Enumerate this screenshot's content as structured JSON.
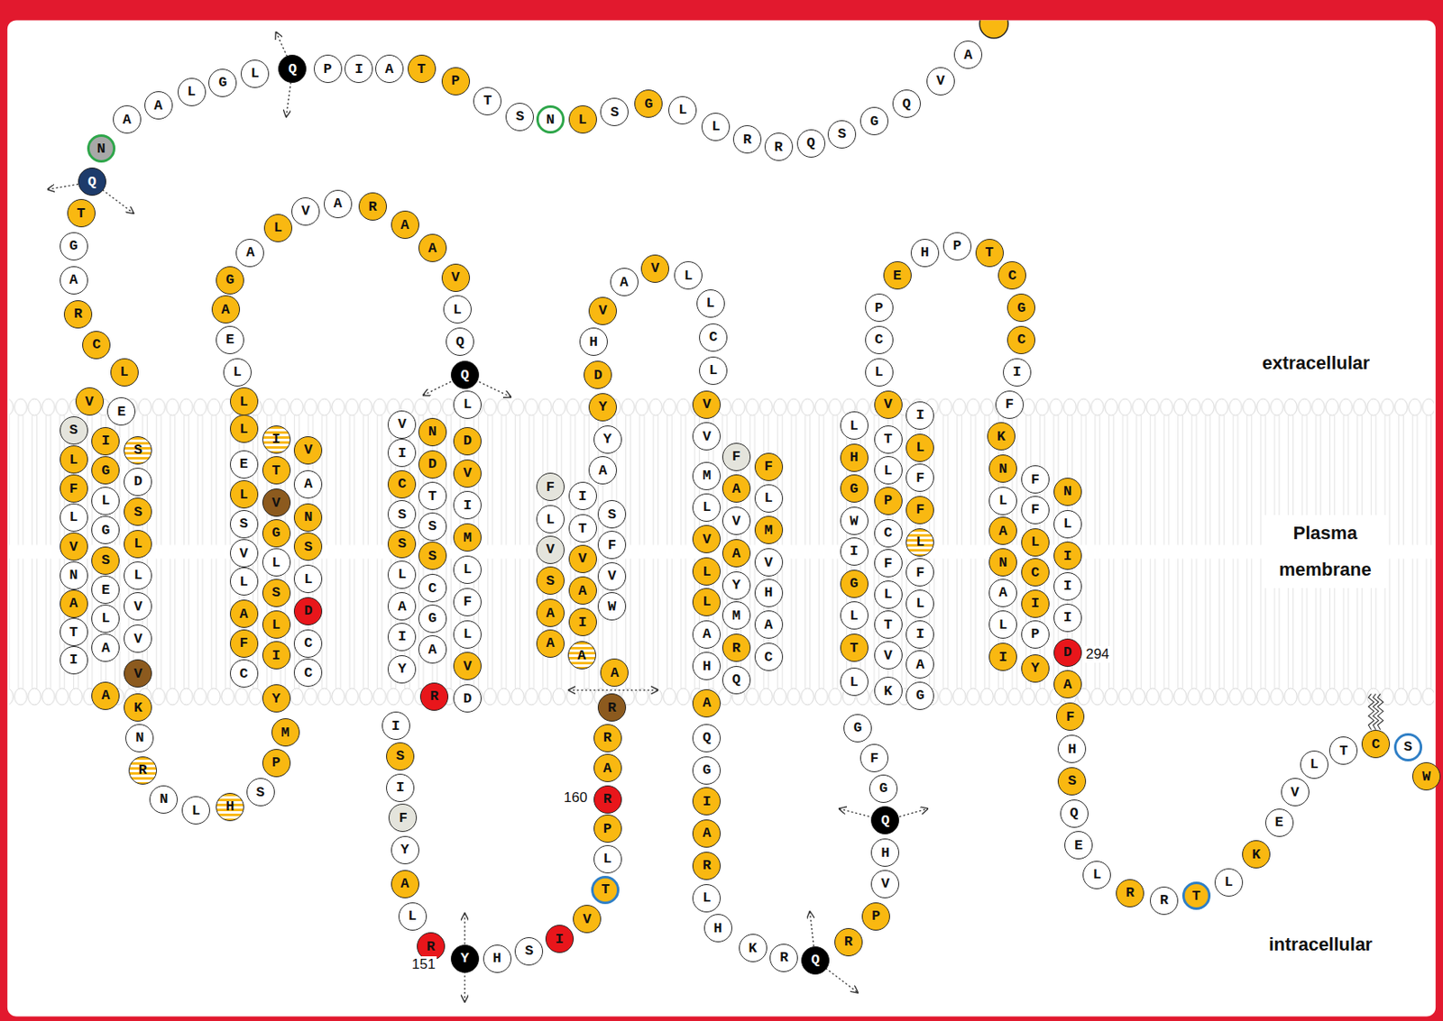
{
  "diagram": {
    "nodes": [
      {
        "text": [
          "A"
        ]
      },
      {
        "text": [
          "V"
        ]
      },
      {
        "text": [
          "Q"
        ]
      },
      {
        "text": [
          "G"
        ]
      },
      {
        "text": [
          "S"
        ]
      },
      {
        "text": [
          "Q"
        ]
      },
      {
        "text": [
          "R"
        ]
      },
      {
        "text": [
          "R"
        ]
      },
      {
        "text": [
          "L"
        ]
      },
      {
        "text": [
          "L"
        ]
      },
      {
        "text": [
          "G"
        ]
      },
      {
        "text": [
          "S"
        ]
      },
      {
        "text": [
          "L"
        ]
      },
      {
        "text": [
          "N"
        ]
      },
      {
        "text": [
          "S"
        ]
      },
      {
        "text": [
          "T"
        ]
      },
      {
        "text": [
          "P"
        ]
      },
      {
        "text": [
          "T"
        ]
      },
      {
        "text": [
          "A"
        ]
      },
      {
        "text": [
          "I"
        ]
      },
      {
        "text": [
          "P"
        ]
      },
      {
        "text": [
          "Q"
        ]
      },
      {
        "text": [
          "L"
        ]
      },
      {
        "text": [
          "G"
        ]
      },
      {
        "text": [
          "L"
        ]
      },
      {
        "text": [
          "A"
        ]
      },
      {
        "text": [
          "A"
        ]
      },
      {
        "text": [
          "N"
        ]
      },
      {
        "text": [
          "Q"
        ]
      },
      {
        "text": [
          "T"
        ]
      },
      {
        "text": [
          "G"
        ]
      },
      {
        "text": [
          "A"
        ]
      },
      {
        "text": [
          "R"
        ]
      },
      {
        "text": [
          "C"
        ]
      },
      {
        "text": [
          "L"
        ]
      },
      {
        "text": [
          "V"
        ]
      },
      {
        "text": [
          "E"
        ]
      },
      {
        "text": [
          "S"
        ]
      },
      {
        "text": [
          "I"
        ]
      },
      {
        "text": [
          "S"
        ]
      },
      {
        "text": [
          "L"
        ]
      },
      {
        "text": [
          "G"
        ]
      },
      {
        "text": [
          "D"
        ]
      },
      {
        "text": [
          "F"
        ]
      },
      {
        "text": [
          "L"
        ]
      },
      {
        "text": [
          "S"
        ]
      },
      {
        "text": [
          "L"
        ]
      },
      {
        "text": [
          "G"
        ]
      },
      {
        "text": [
          "L"
        ]
      },
      {
        "text": [
          "V"
        ]
      },
      {
        "text": [
          "S"
        ]
      },
      {
        "text": [
          "N"
        ]
      },
      {
        "text": [
          "L"
        ]
      },
      {
        "text": [
          "E"
        ]
      },
      {
        "text": [
          "A"
        ]
      },
      {
        "text": [
          "V"
        ]
      },
      {
        "text": [
          "L"
        ]
      },
      {
        "text": [
          "T"
        ]
      },
      {
        "text": [
          "V"
        ]
      },
      {
        "text": [
          "A"
        ]
      },
      {
        "text": [
          "I"
        ]
      },
      {
        "text": [
          "V"
        ]
      },
      {
        "text": [
          "A"
        ]
      },
      {
        "text": [
          "K"
        ]
      },
      {
        "text": [
          "N"
        ]
      },
      {
        "text": [
          "R"
        ]
      },
      {
        "text": [
          "N"
        ]
      },
      {
        "text": [
          "L"
        ]
      },
      {
        "text": [
          "H"
        ]
      },
      {
        "text": [
          "S"
        ]
      },
      {
        "text": [
          "P"
        ]
      },
      {
        "text": [
          "M"
        ]
      },
      {
        "text": [
          "Y"
        ]
      },
      {
        "text": [
          "C"
        ]
      },
      {
        "text": [
          "C"
        ]
      },
      {
        "text": [
          "I"
        ]
      },
      {
        "text": [
          "F"
        ]
      },
      {
        "text": [
          "C"
        ]
      },
      {
        "text": [
          "L"
        ]
      },
      {
        "text": [
          "A"
        ]
      },
      {
        "text": [
          "D"
        ]
      },
      {
        "text": [
          "S"
        ]
      },
      {
        "text": [
          "L"
        ]
      },
      {
        "text": [
          "L"
        ]
      },
      {
        "text": [
          "L"
        ]
      },
      {
        "text": [
          "V"
        ]
      },
      {
        "text": [
          "S"
        ]
      },
      {
        "text": [
          "G"
        ]
      },
      {
        "text": [
          "S"
        ]
      },
      {
        "text": [
          "N"
        ]
      },
      {
        "text": [
          "V"
        ]
      },
      {
        "text": [
          "L"
        ]
      },
      {
        "text": [
          "A"
        ]
      },
      {
        "text": [
          "T"
        ]
      },
      {
        "text": [
          "E"
        ]
      },
      {
        "text": [
          "V"
        ]
      },
      {
        "text": [
          "I"
        ]
      },
      {
        "text": [
          "L"
        ]
      },
      {
        "text": [
          "L"
        ]
      },
      {
        "text": [
          "L"
        ]
      },
      {
        "text": [
          "E"
        ]
      },
      {
        "text": [
          "A"
        ]
      },
      {
        "text": [
          "G"
        ]
      },
      {
        "text": [
          "A"
        ]
      },
      {
        "text": [
          "L"
        ]
      },
      {
        "text": [
          "V"
        ]
      },
      {
        "text": [
          "A"
        ]
      },
      {
        "text": [
          "R"
        ]
      },
      {
        "text": [
          "A"
        ]
      },
      {
        "text": [
          "A"
        ]
      },
      {
        "text": [
          "V"
        ]
      },
      {
        "text": [
          "L"
        ]
      },
      {
        "text": [
          "Q"
        ]
      },
      {
        "text": [
          "Q"
        ]
      },
      {
        "text": [
          "L"
        ]
      },
      {
        "text": [
          "V"
        ]
      },
      {
        "text": [
          "N"
        ]
      },
      {
        "text": [
          "D"
        ]
      },
      {
        "text": [
          "I"
        ]
      },
      {
        "text": [
          "D"
        ]
      },
      {
        "text": [
          "V"
        ]
      },
      {
        "text": [
          "C"
        ]
      },
      {
        "text": [
          "T"
        ]
      },
      {
        "text": [
          "I"
        ]
      },
      {
        "text": [
          "S"
        ]
      },
      {
        "text": [
          "S"
        ]
      },
      {
        "text": [
          "M"
        ]
      },
      {
        "text": [
          "S"
        ]
      },
      {
        "text": [
          "S"
        ]
      },
      {
        "text": [
          "L"
        ]
      },
      {
        "text": [
          "L"
        ]
      },
      {
        "text": [
          "C"
        ]
      },
      {
        "text": [
          "F"
        ]
      },
      {
        "text": [
          "A"
        ]
      },
      {
        "text": [
          "G"
        ]
      },
      {
        "text": [
          "L"
        ]
      },
      {
        "text": [
          "I"
        ]
      },
      {
        "text": [
          "A"
        ]
      },
      {
        "text": [
          "V"
        ]
      },
      {
        "text": [
          "Y"
        ]
      },
      {
        "text": [
          "R"
        ]
      },
      {
        "text": [
          "D"
        ]
      },
      {
        "text": [
          "I"
        ]
      },
      {
        "text": [
          "S"
        ]
      },
      {
        "text": [
          "I"
        ]
      },
      {
        "text": [
          "F"
        ]
      },
      {
        "text": [
          "Y"
        ]
      },
      {
        "text": [
          "A"
        ]
      },
      {
        "text": [
          "L"
        ]
      },
      {
        "text": [
          "R"
        ]
      },
      {
        "text": [
          "Y"
        ]
      },
      {
        "text": [
          "H"
        ]
      },
      {
        "text": [
          "S"
        ]
      },
      {
        "text": [
          "I"
        ]
      },
      {
        "text": [
          "V"
        ]
      },
      {
        "text": [
          "T"
        ]
      },
      {
        "text": [
          "L"
        ]
      },
      {
        "text": [
          "P"
        ]
      },
      {
        "text": [
          "R"
        ]
      },
      {
        "text": [
          "A"
        ]
      },
      {
        "text": [
          "R"
        ]
      },
      {
        "text": [
          "R"
        ]
      },
      {
        "text": [
          "A"
        ]
      },
      {
        "text": [
          "A"
        ]
      },
      {
        "text": [
          "A"
        ]
      },
      {
        "text": [
          "I"
        ]
      },
      {
        "text": [
          "A"
        ]
      },
      {
        "text": [
          "W"
        ]
      },
      {
        "text": [
          "A"
        ]
      },
      {
        "text": [
          "S"
        ]
      },
      {
        "text": [
          "V"
        ]
      },
      {
        "text": [
          "V"
        ]
      },
      {
        "text": [
          "V"
        ]
      },
      {
        "text": [
          "F"
        ]
      },
      {
        "text": [
          "T"
        ]
      },
      {
        "text": [
          "L"
        ]
      },
      {
        "text": [
          "S"
        ]
      },
      {
        "text": [
          "I"
        ]
      },
      {
        "text": [
          "F"
        ]
      },
      {
        "text": [
          "A"
        ]
      },
      {
        "text": [
          "Y"
        ]
      },
      {
        "text": [
          "Y"
        ]
      },
      {
        "text": [
          "D"
        ]
      },
      {
        "text": [
          "H"
        ]
      },
      {
        "text": [
          "V"
        ]
      },
      {
        "text": [
          "A"
        ]
      },
      {
        "text": [
          "V"
        ]
      },
      {
        "text": [
          "L"
        ]
      },
      {
        "text": [
          "L"
        ]
      },
      {
        "text": [
          "C"
        ]
      },
      {
        "text": [
          "L"
        ]
      },
      {
        "text": [
          "V"
        ]
      },
      {
        "text": [
          "V"
        ]
      },
      {
        "text": [
          "F"
        ]
      },
      {
        "text": [
          "F"
        ]
      },
      {
        "text": [
          "M"
        ]
      },
      {
        "text": [
          "A"
        ]
      },
      {
        "text": [
          "L"
        ]
      },
      {
        "text": [
          "L"
        ]
      },
      {
        "text": [
          "V"
        ]
      },
      {
        "text": [
          "M"
        ]
      },
      {
        "text": [
          "V"
        ]
      },
      {
        "text": [
          "A"
        ]
      },
      {
        "text": [
          "V"
        ]
      },
      {
        "text": [
          "L"
        ]
      },
      {
        "text": [
          "Y"
        ]
      },
      {
        "text": [
          "H"
        ]
      },
      {
        "text": [
          "L"
        ]
      },
      {
        "text": [
          "M"
        ]
      },
      {
        "text": [
          "A"
        ]
      },
      {
        "text": [
          "A"
        ]
      },
      {
        "text": [
          "R"
        ]
      },
      {
        "text": [
          "C"
        ]
      },
      {
        "text": [
          "H"
        ]
      },
      {
        "text": [
          "Q"
        ]
      },
      {
        "text": [
          "A"
        ]
      },
      {
        "text": [
          "Q"
        ]
      },
      {
        "text": [
          "G"
        ]
      },
      {
        "text": [
          "I"
        ]
      },
      {
        "text": [
          "A"
        ]
      },
      {
        "text": [
          "R"
        ]
      },
      {
        "text": [
          "L"
        ]
      },
      {
        "text": [
          "H"
        ]
      },
      {
        "text": [
          "K"
        ]
      },
      {
        "text": [
          "R"
        ]
      },
      {
        "text": [
          "Q"
        ]
      },
      {
        "text": [
          "R"
        ]
      },
      {
        "text": [
          "P"
        ]
      },
      {
        "text": [
          "V"
        ]
      },
      {
        "text": [
          "H"
        ]
      },
      {
        "text": [
          "Q"
        ]
      },
      {
        "text": [
          "G"
        ]
      },
      {
        "text": [
          "F"
        ]
      },
      {
        "text": [
          "G"
        ]
      },
      {
        "text": [
          "G"
        ]
      },
      {
        "text": [
          "K"
        ]
      },
      {
        "text": [
          "L"
        ]
      },
      {
        "text": [
          "A"
        ]
      },
      {
        "text": [
          "V"
        ]
      },
      {
        "text": [
          "T"
        ]
      },
      {
        "text": [
          "I"
        ]
      },
      {
        "text": [
          "T"
        ]
      },
      {
        "text": [
          "L"
        ]
      },
      {
        "text": [
          "L"
        ]
      },
      {
        "text": [
          "L"
        ]
      },
      {
        "text": [
          "G"
        ]
      },
      {
        "text": [
          "F"
        ]
      },
      {
        "text": [
          "F"
        ]
      },
      {
        "text": [
          "I"
        ]
      },
      {
        "text": [
          "L"
        ]
      },
      {
        "text": [
          "C"
        ]
      },
      {
        "text": [
          "W"
        ]
      },
      {
        "text": [
          "F"
        ]
      },
      {
        "text": [
          "P"
        ]
      },
      {
        "text": [
          "G"
        ]
      },
      {
        "text": [
          "F"
        ]
      },
      {
        "text": [
          "L"
        ]
      },
      {
        "text": [
          "H"
        ]
      },
      {
        "text": [
          "L"
        ]
      },
      {
        "text": [
          "T"
        ]
      },
      {
        "text": [
          "L"
        ]
      },
      {
        "text": [
          "I"
        ]
      },
      {
        "text": [
          "V"
        ]
      },
      {
        "text": [
          "L"
        ]
      },
      {
        "text": [
          "C"
        ]
      },
      {
        "text": [
          "P"
        ]
      },
      {
        "text": [
          "E"
        ]
      },
      {
        "text": [
          "H"
        ]
      },
      {
        "text": [
          "P"
        ]
      },
      {
        "text": [
          "T"
        ]
      },
      {
        "text": [
          "C"
        ]
      },
      {
        "text": [
          "G"
        ]
      },
      {
        "text": [
          "C"
        ]
      },
      {
        "text": [
          "I"
        ]
      },
      {
        "text": [
          "F"
        ]
      },
      {
        "text": [
          "K"
        ]
      },
      {
        "text": [
          "N"
        ]
      },
      {
        "text": [
          "F"
        ]
      },
      {
        "text": [
          "N"
        ]
      },
      {
        "text": [
          "L"
        ]
      },
      {
        "text": [
          "F"
        ]
      },
      {
        "text": [
          "L"
        ]
      },
      {
        "text": [
          "A"
        ]
      },
      {
        "text": [
          "L"
        ]
      },
      {
        "text": [
          "I"
        ]
      },
      {
        "text": [
          "N"
        ]
      },
      {
        "text": [
          "C"
        ]
      },
      {
        "text": [
          "I"
        ]
      },
      {
        "text": [
          "A"
        ]
      },
      {
        "text": [
          "I"
        ]
      },
      {
        "text": [
          "I"
        ]
      },
      {
        "text": [
          "L"
        ]
      },
      {
        "text": [
          "P"
        ]
      },
      {
        "text": [
          "D"
        ]
      },
      {
        "text": [
          "I"
        ]
      },
      {
        "text": [
          "Y"
        ]
      },
      {
        "text": [
          "A"
        ]
      },
      {
        "text": [
          "F"
        ]
      },
      {
        "text": [
          "H"
        ]
      },
      {
        "text": [
          "S"
        ]
      },
      {
        "text": [
          "Q"
        ]
      },
      {
        "text": [
          "E"
        ]
      },
      {
        "text": [
          "L"
        ]
      },
      {
        "text": [
          "R"
        ]
      },
      {
        "text": [
          "R"
        ]
      },
      {
        "text": [
          "T"
        ]
      },
      {
        "text": [
          "L"
        ]
      },
      {
        "text": [
          "K"
        ]
      },
      {
        "text": [
          "E"
        ]
      },
      {
        "text": [
          "V"
        ]
      },
      {
        "text": [
          "L"
        ]
      },
      {
        "text": [
          "T"
        ]
      },
      {
        "text": [
          "C"
        ]
      },
      {
        "text": [
          "S"
        ]
      },
      {
        "text": [
          "W"
        ]
      }
    ],
    "labels": [
      "extracellular",
      "Plasma membrane",
      "294",
      "160",
      "intracellular",
      "151"
    ]
  }
}
